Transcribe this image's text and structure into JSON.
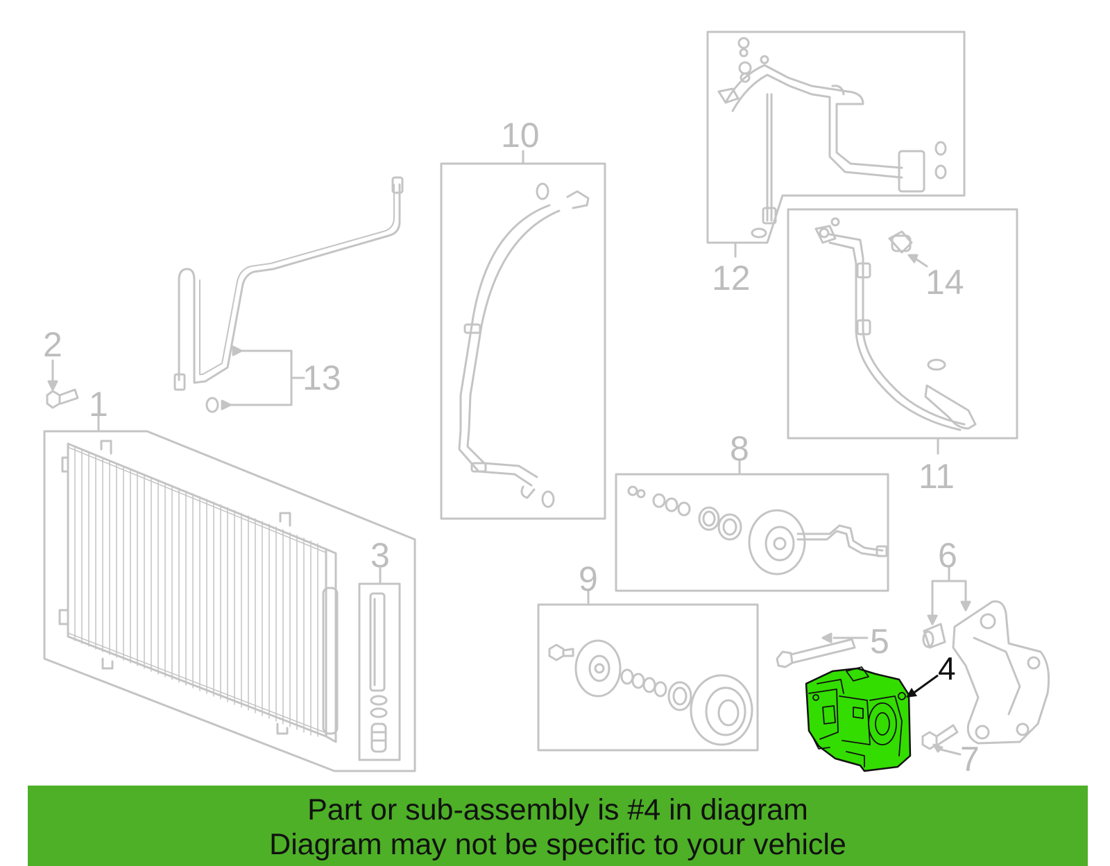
{
  "colors": {
    "line": "#c4c4c4",
    "label": "#bdbdbd",
    "highlight_part": "#33dd00",
    "highlight_outline": "#111111",
    "banner": "#4db027",
    "banner_text": "#111111"
  },
  "callouts": {
    "c1": "1",
    "c2": "2",
    "c3": "3",
    "c4": "4",
    "c5": "5",
    "c6": "6",
    "c7": "7",
    "c8": "8",
    "c9": "9",
    "c10": "10",
    "c11": "11",
    "c12": "12",
    "c13": "13",
    "c14": "14"
  },
  "highlighted_part": "4",
  "banner": {
    "line1": "Part or sub-assembly is #4 in diagram",
    "line2": "Diagram may not be specific to your vehicle"
  }
}
